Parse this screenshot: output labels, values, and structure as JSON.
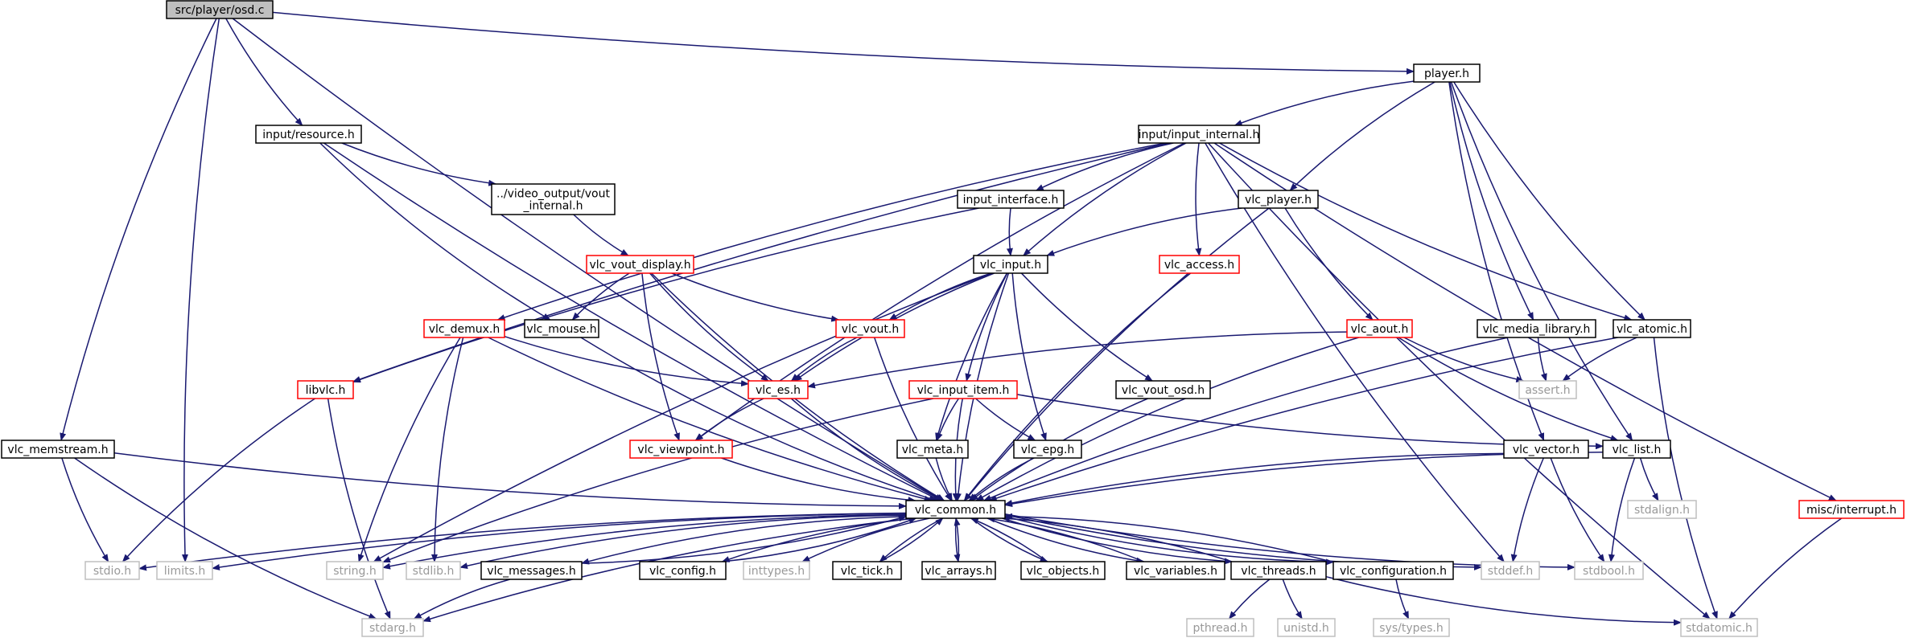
{
  "colors": {
    "edge": "#191970",
    "text": "#000000",
    "text_missing": "#999999",
    "border_ok": "#000000",
    "border_red": "#ff0000",
    "border_missing": "#bfbfbf",
    "root_fill": "#bfbfbf",
    "fill": "#ffffff"
  },
  "nodes": [
    {
      "id": "osd",
      "label": "src/player/osd.c",
      "kind": "root"
    },
    {
      "id": "player_h",
      "label": "player.h",
      "kind": "ok"
    },
    {
      "id": "input_resource",
      "label": "input/resource.h",
      "kind": "ok"
    },
    {
      "id": "input_internal",
      "label": "input/input_internal.h",
      "kind": "ok"
    },
    {
      "id": "vout_internal",
      "label": "../video_output/vout_internal.h",
      "lines": [
        "../video_output/vout",
        "_internal.h"
      ],
      "kind": "ok"
    },
    {
      "id": "input_interface",
      "label": "input_interface.h",
      "kind": "ok"
    },
    {
      "id": "vlc_player",
      "label": "vlc_player.h",
      "kind": "ok"
    },
    {
      "id": "vlc_vout_display",
      "label": "vlc_vout_display.h",
      "kind": "red"
    },
    {
      "id": "vlc_input",
      "label": "vlc_input.h",
      "kind": "ok"
    },
    {
      "id": "vlc_access",
      "label": "vlc_access.h",
      "kind": "red"
    },
    {
      "id": "vlc_demux",
      "label": "vlc_demux.h",
      "kind": "red"
    },
    {
      "id": "vlc_mouse",
      "label": "vlc_mouse.h",
      "kind": "ok"
    },
    {
      "id": "vlc_vout",
      "label": "vlc_vout.h",
      "kind": "red"
    },
    {
      "id": "vlc_aout",
      "label": "vlc_aout.h",
      "kind": "red"
    },
    {
      "id": "vlc_media_library",
      "label": "vlc_media_library.h",
      "kind": "ok"
    },
    {
      "id": "vlc_atomic",
      "label": "vlc_atomic.h",
      "kind": "ok"
    },
    {
      "id": "libvlc",
      "label": "libvlc.h",
      "kind": "red"
    },
    {
      "id": "vlc_es",
      "label": "vlc_es.h",
      "kind": "red"
    },
    {
      "id": "vlc_input_item",
      "label": "vlc_input_item.h",
      "kind": "red"
    },
    {
      "id": "vlc_vout_osd",
      "label": "vlc_vout_osd.h",
      "kind": "ok"
    },
    {
      "id": "assert_h",
      "label": "assert.h",
      "kind": "missing"
    },
    {
      "id": "vlc_memstream",
      "label": "vlc_memstream.h",
      "kind": "ok"
    },
    {
      "id": "vlc_viewpoint",
      "label": "vlc_viewpoint.h",
      "kind": "red"
    },
    {
      "id": "vlc_meta",
      "label": "vlc_meta.h",
      "kind": "ok"
    },
    {
      "id": "vlc_epg",
      "label": "vlc_epg.h",
      "kind": "ok"
    },
    {
      "id": "vlc_vector",
      "label": "vlc_vector.h",
      "kind": "ok"
    },
    {
      "id": "vlc_list",
      "label": "vlc_list.h",
      "kind": "ok"
    },
    {
      "id": "stdalign_h",
      "label": "stdalign.h",
      "kind": "missing"
    },
    {
      "id": "misc_interrupt",
      "label": "misc/interrupt.h",
      "kind": "red"
    },
    {
      "id": "vlc_common",
      "label": "vlc_common.h",
      "kind": "ok"
    },
    {
      "id": "stdio_h",
      "label": "stdio.h",
      "kind": "missing"
    },
    {
      "id": "limits_h",
      "label": "limits.h",
      "kind": "missing"
    },
    {
      "id": "string_h",
      "label": "string.h",
      "kind": "missing"
    },
    {
      "id": "stdlib_h",
      "label": "stdlib.h",
      "kind": "missing"
    },
    {
      "id": "vlc_messages",
      "label": "vlc_messages.h",
      "kind": "ok"
    },
    {
      "id": "vlc_config",
      "label": "vlc_config.h",
      "kind": "ok"
    },
    {
      "id": "inttypes_h",
      "label": "inttypes.h",
      "kind": "missing"
    },
    {
      "id": "vlc_tick",
      "label": "vlc_tick.h",
      "kind": "ok"
    },
    {
      "id": "vlc_arrays",
      "label": "vlc_arrays.h",
      "kind": "ok"
    },
    {
      "id": "vlc_objects",
      "label": "vlc_objects.h",
      "kind": "ok"
    },
    {
      "id": "vlc_variables",
      "label": "vlc_variables.h",
      "kind": "ok"
    },
    {
      "id": "vlc_threads",
      "label": "vlc_threads.h",
      "kind": "ok"
    },
    {
      "id": "vlc_configuration",
      "label": "vlc_configuration.h",
      "kind": "ok"
    },
    {
      "id": "stddef_h",
      "label": "stddef.h",
      "kind": "missing"
    },
    {
      "id": "stdbool_h",
      "label": "stdbool.h",
      "kind": "missing"
    },
    {
      "id": "stdarg_h",
      "label": "stdarg.h",
      "kind": "missing"
    },
    {
      "id": "pthread_h",
      "label": "pthread.h",
      "kind": "missing"
    },
    {
      "id": "unistd_h",
      "label": "unistd.h",
      "kind": "missing"
    },
    {
      "id": "sys_types_h",
      "label": "sys/types.h",
      "kind": "missing"
    },
    {
      "id": "stdatomic_h",
      "label": "stdatomic.h",
      "kind": "missing"
    }
  ],
  "edges": [
    [
      "osd",
      "player_h"
    ],
    [
      "osd",
      "input_resource"
    ],
    [
      "osd",
      "vlc_memstream"
    ],
    [
      "osd",
      "limits_h"
    ],
    [
      "osd",
      "vlc_common"
    ],
    [
      "player_h",
      "input_internal"
    ],
    [
      "player_h",
      "vlc_player"
    ],
    [
      "player_h",
      "vlc_media_library"
    ],
    [
      "player_h",
      "vlc_atomic"
    ],
    [
      "player_h",
      "vlc_vector"
    ],
    [
      "player_h",
      "vlc_list"
    ],
    [
      "input_resource",
      "vout_internal"
    ],
    [
      "input_resource",
      "vlc_mouse"
    ],
    [
      "input_resource",
      "vlc_common"
    ],
    [
      "input_internal",
      "input_interface"
    ],
    [
      "input_internal",
      "vlc_input"
    ],
    [
      "input_internal",
      "vlc_access"
    ],
    [
      "input_internal",
      "vlc_demux"
    ],
    [
      "input_internal",
      "libvlc"
    ],
    [
      "input_internal",
      "vlc_viewpoint"
    ],
    [
      "input_internal",
      "vlc_atomic"
    ],
    [
      "input_internal",
      "misc_interrupt"
    ],
    [
      "input_internal",
      "stddef_h"
    ],
    [
      "input_internal",
      "stdatomic_h"
    ],
    [
      "vout_internal",
      "vlc_vout_display"
    ],
    [
      "input_interface",
      "vlc_input"
    ],
    [
      "input_interface",
      "libvlc"
    ],
    [
      "vlc_player",
      "vlc_input"
    ],
    [
      "vlc_player",
      "vlc_aout"
    ],
    [
      "vlc_player",
      "vlc_common"
    ],
    [
      "vlc_vout_display",
      "vlc_vout"
    ],
    [
      "vlc_vout_display",
      "vlc_mouse"
    ],
    [
      "vlc_vout_display",
      "vlc_es"
    ],
    [
      "vlc_vout_display",
      "vlc_viewpoint"
    ],
    [
      "vlc_vout_display",
      "vlc_common"
    ],
    [
      "vlc_input",
      "vlc_es"
    ],
    [
      "vlc_input",
      "vlc_vout"
    ],
    [
      "vlc_input",
      "vlc_input_item"
    ],
    [
      "vlc_input",
      "vlc_meta"
    ],
    [
      "vlc_input",
      "vlc_epg"
    ],
    [
      "vlc_input",
      "vlc_vout_osd"
    ],
    [
      "vlc_input",
      "string_h"
    ],
    [
      "vlc_input",
      "vlc_common"
    ],
    [
      "vlc_access",
      "vlc_common"
    ],
    [
      "vlc_demux",
      "vlc_es"
    ],
    [
      "vlc_demux",
      "string_h"
    ],
    [
      "vlc_demux",
      "stdlib_h"
    ],
    [
      "vlc_demux",
      "vlc_common"
    ],
    [
      "vlc_mouse",
      "vlc_common"
    ],
    [
      "vlc_vout",
      "vlc_es"
    ],
    [
      "vlc_vout",
      "vlc_common"
    ],
    [
      "vlc_aout",
      "vlc_es"
    ],
    [
      "vlc_aout",
      "assert_h"
    ],
    [
      "vlc_aout",
      "vlc_list"
    ],
    [
      "vlc_aout",
      "vlc_common"
    ],
    [
      "vlc_media_library",
      "assert_h"
    ],
    [
      "vlc_media_library",
      "vlc_common"
    ],
    [
      "vlc_atomic",
      "assert_h"
    ],
    [
      "vlc_atomic",
      "stdatomic_h"
    ],
    [
      "vlc_atomic",
      "vlc_common"
    ],
    [
      "libvlc",
      "stdio_h"
    ],
    [
      "libvlc",
      "stdarg_h"
    ],
    [
      "vlc_es",
      "vlc_viewpoint"
    ],
    [
      "vlc_es",
      "vlc_common"
    ],
    [
      "vlc_input_item",
      "vlc_meta"
    ],
    [
      "vlc_input_item",
      "vlc_epg"
    ],
    [
      "vlc_input_item",
      "vlc_list"
    ],
    [
      "vlc_input_item",
      "string_h"
    ],
    [
      "vlc_input_item",
      "vlc_common"
    ],
    [
      "vlc_vout_osd",
      "vlc_common"
    ],
    [
      "vlc_memstream",
      "stdio_h"
    ],
    [
      "vlc_memstream",
      "stdarg_h"
    ],
    [
      "vlc_memstream",
      "vlc_common"
    ],
    [
      "vlc_viewpoint",
      "vlc_common"
    ],
    [
      "vlc_meta",
      "vlc_common"
    ],
    [
      "vlc_epg",
      "vlc_common"
    ],
    [
      "vlc_vector",
      "stddef_h"
    ],
    [
      "vlc_vector",
      "stdbool_h"
    ],
    [
      "vlc_vector",
      "vlc_common"
    ],
    [
      "vlc_list",
      "stdalign_h"
    ],
    [
      "vlc_list",
      "stdbool_h"
    ],
    [
      "vlc_list",
      "vlc_common"
    ],
    [
      "misc_interrupt",
      "stdatomic_h"
    ],
    [
      "vlc_common",
      "stdio_h"
    ],
    [
      "vlc_common",
      "limits_h"
    ],
    [
      "vlc_common",
      "string_h"
    ],
    [
      "vlc_common",
      "stdlib_h"
    ],
    [
      "vlc_common",
      "vlc_messages"
    ],
    [
      "vlc_common",
      "vlc_config"
    ],
    [
      "vlc_common",
      "inttypes_h"
    ],
    [
      "vlc_common",
      "vlc_tick"
    ],
    [
      "vlc_common",
      "vlc_arrays"
    ],
    [
      "vlc_common",
      "vlc_objects"
    ],
    [
      "vlc_common",
      "vlc_variables"
    ],
    [
      "vlc_common",
      "vlc_threads"
    ],
    [
      "vlc_common",
      "vlc_configuration"
    ],
    [
      "vlc_common",
      "stddef_h"
    ],
    [
      "vlc_common",
      "stdbool_h"
    ],
    [
      "vlc_common",
      "stdarg_h"
    ],
    [
      "vlc_messages",
      "stdarg_h"
    ],
    [
      "vlc_messages",
      "vlc_common"
    ],
    [
      "vlc_config",
      "vlc_common"
    ],
    [
      "vlc_tick",
      "vlc_common"
    ],
    [
      "vlc_arrays",
      "vlc_common"
    ],
    [
      "vlc_objects",
      "vlc_common"
    ],
    [
      "vlc_variables",
      "vlc_common"
    ],
    [
      "vlc_threads",
      "vlc_common"
    ],
    [
      "vlc_configuration",
      "vlc_common"
    ],
    [
      "vlc_threads",
      "pthread_h"
    ],
    [
      "vlc_threads",
      "unistd_h"
    ],
    [
      "vlc_threads",
      "stdatomic_h"
    ],
    [
      "vlc_configuration",
      "sys_types_h"
    ]
  ]
}
